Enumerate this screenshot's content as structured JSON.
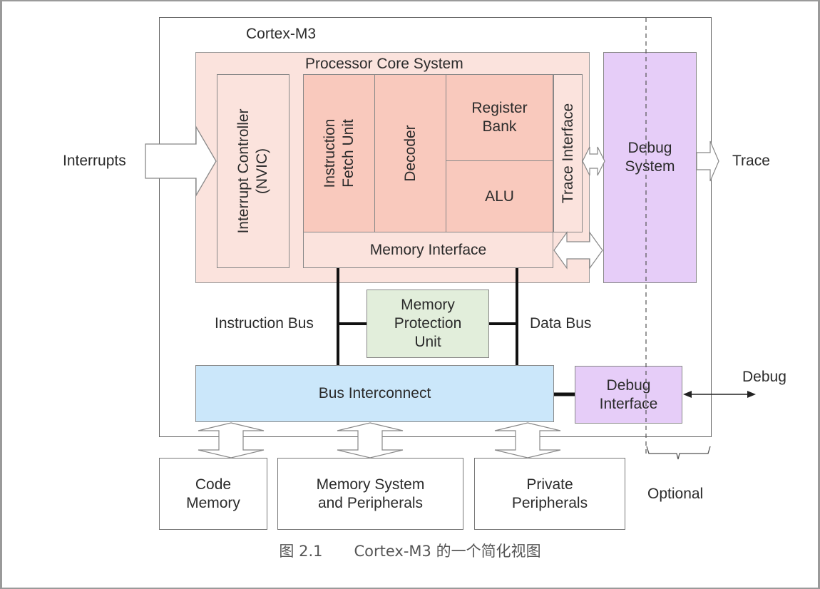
{
  "diagram": {
    "outer_title": "Cortex-M3",
    "processor_core_title": "Processor Core System",
    "nvic_label": "Interrupt Controller\n(NVIC)",
    "fetch_label": "Instruction\nFetch Unit",
    "decoder_label": "Decoder",
    "register_bank_label": "Register\nBank",
    "alu_label": "ALU",
    "trace_interface_label": "Trace Interface",
    "memory_interface_label": "Memory Interface",
    "debug_system_label": "Debug\nSystem",
    "mpu_label": "Memory\nProtection\nUnit",
    "instruction_bus_label": "Instruction Bus",
    "data_bus_label": "Data Bus",
    "bus_interconnect_label": "Bus Interconnect",
    "debug_interface_label": "Debug\nInterface",
    "interrupts_label": "Interrupts",
    "trace_label": "Trace",
    "debug_label": "Debug",
    "optional_label": "Optional",
    "code_memory_label": "Code\nMemory",
    "memory_system_label": "Memory System\nand Peripherals",
    "private_peripherals_label": "Private\nPeripherals"
  },
  "caption": {
    "figure_number": "图 2.1",
    "text": "Cortex-M3 的一个简化视图"
  },
  "colors": {
    "processor_core_fill": "#fbe3dd",
    "core_unit_fill": "#f9c9bd",
    "debug_fill": "#e6cdf8",
    "bus_fill": "#cbe7fa",
    "mpu_fill": "#e2eedb"
  }
}
